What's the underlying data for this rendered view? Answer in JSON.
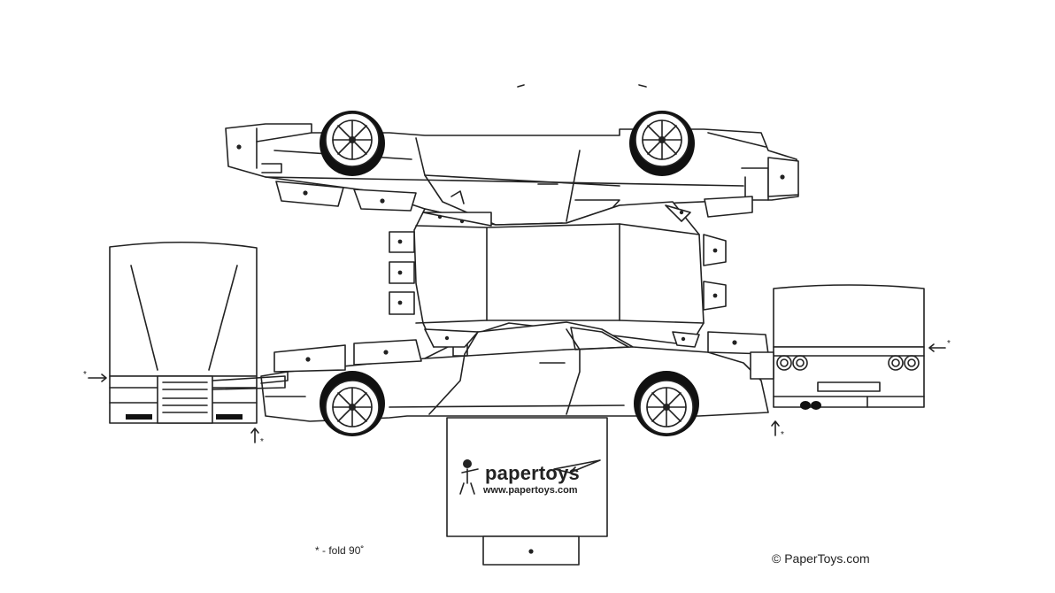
{
  "brand": {
    "name": "papertoys",
    "url": "www.papertoys.com"
  },
  "notes": {
    "fold_instruction": "* -  fold 90˚",
    "copyright": "© PaperToys.com"
  },
  "fold_markers": {
    "star": "*",
    "arrow_right": "→",
    "arrow_left": "←",
    "arrow_up": "↑"
  },
  "icons": [
    "wheel-icon",
    "papertoys-mascot-icon",
    "paper-plane-icon",
    "glue-dot-icon"
  ],
  "colors": {
    "line": "#222222",
    "background": "#ffffff"
  }
}
